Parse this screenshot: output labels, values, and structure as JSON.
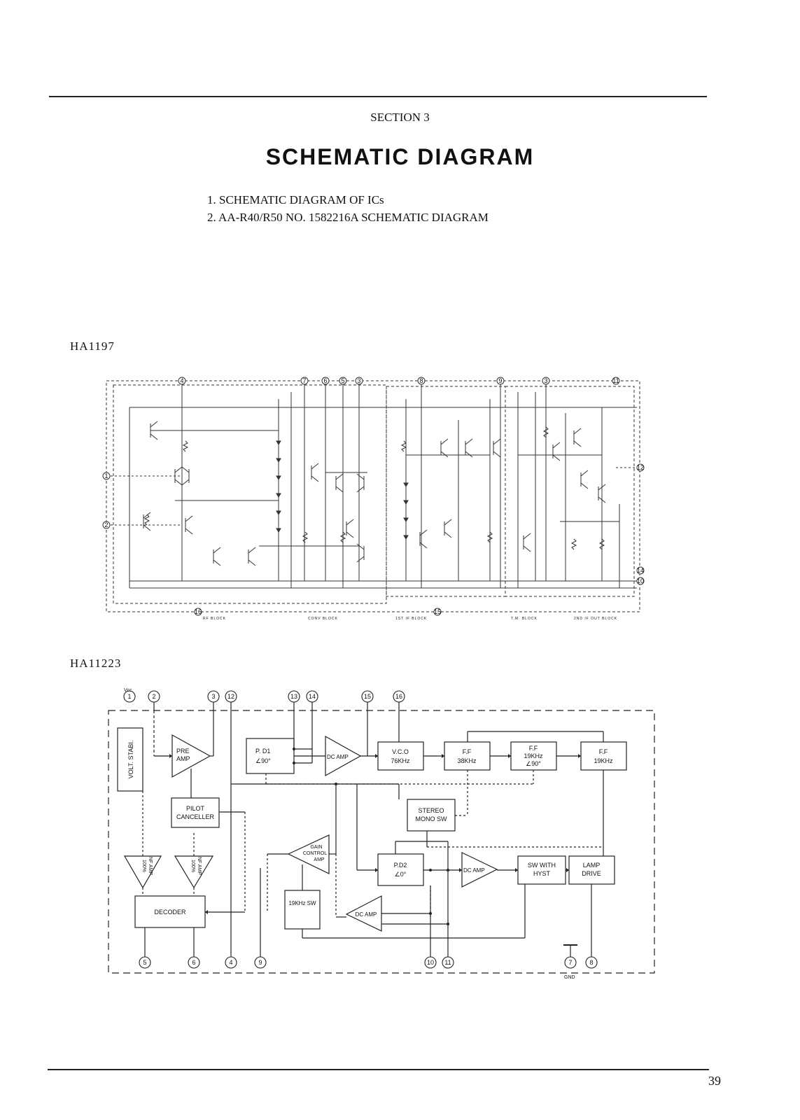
{
  "header": {
    "section": "SECTION 3",
    "title": "SCHEMATIC DIAGRAM"
  },
  "contents": [
    "1. SCHEMATIC DIAGRAM OF ICs",
    "2. AA-R40/R50 NO. 1582216A SCHEMATIC DIAGRAM"
  ],
  "ic1": {
    "name": "HA1197",
    "pins_top": [
      "4",
      "7",
      "6",
      "5",
      "3",
      "8",
      "9",
      "3",
      "11"
    ],
    "pins_side": [
      "1",
      "2",
      "12",
      "14",
      "10",
      "16",
      "15"
    ],
    "blocks": [
      "RF BLOCK",
      "CONV BLOCK",
      "1ST IF BLOCK",
      "T.M. BLOCK",
      "2ND IF OUT BLOCK"
    ]
  },
  "ic2": {
    "name": "HA11223",
    "vcc": "Vcc",
    "gnd": "GND",
    "pins_top": [
      "1",
      "2",
      "3",
      "12",
      "13",
      "14",
      "15",
      "16"
    ],
    "pins_bottom": [
      "5",
      "6",
      "4",
      "9",
      "10",
      "11",
      "7",
      "8"
    ],
    "blocks": {
      "volt_stabi": "VOLT. STABI.",
      "pre_amp_1": "PRE",
      "pre_amp_2": "AMP",
      "pd1_1": "P. D1",
      "pd1_2": "∠90°",
      "dc_amp_top": "DC AMP",
      "vco_1": "V.C.O",
      "vco_2": "76KHz",
      "ff1_1": "F.F",
      "ff1_2": "38KHz",
      "ff2_1": "F.F",
      "ff2_2": "19KHz",
      "ff2_3": "∠90°",
      "ff3_1": "F.F",
      "ff3_2": "19KHz",
      "pilot_1": "PILOT",
      "pilot_2": "CANCELLER",
      "stereo_1": "STEREO",
      "stereo_2": "MONO SW",
      "gain_1": "GAIN",
      "gain_2": "CONTROL",
      "gain_3": "AMP",
      "nf1_1": "100%",
      "nf1_2": "NF AMP",
      "nf2_1": "100%",
      "nf2_2": "NF AMP",
      "pd2_1": "P.D2",
      "pd2_2": "∠0°",
      "dc_amp_mid": "DC AMP",
      "sw_hyst_1": "SW WITH",
      "sw_hyst_2": "HYST",
      "lamp_1": "LAMP",
      "lamp_2": "DRIVE",
      "sw19_1": "19KHz SW",
      "dc_amp_low": "DC AMP",
      "decoder": "DECODER"
    }
  },
  "footer": {
    "page_number": "39"
  }
}
